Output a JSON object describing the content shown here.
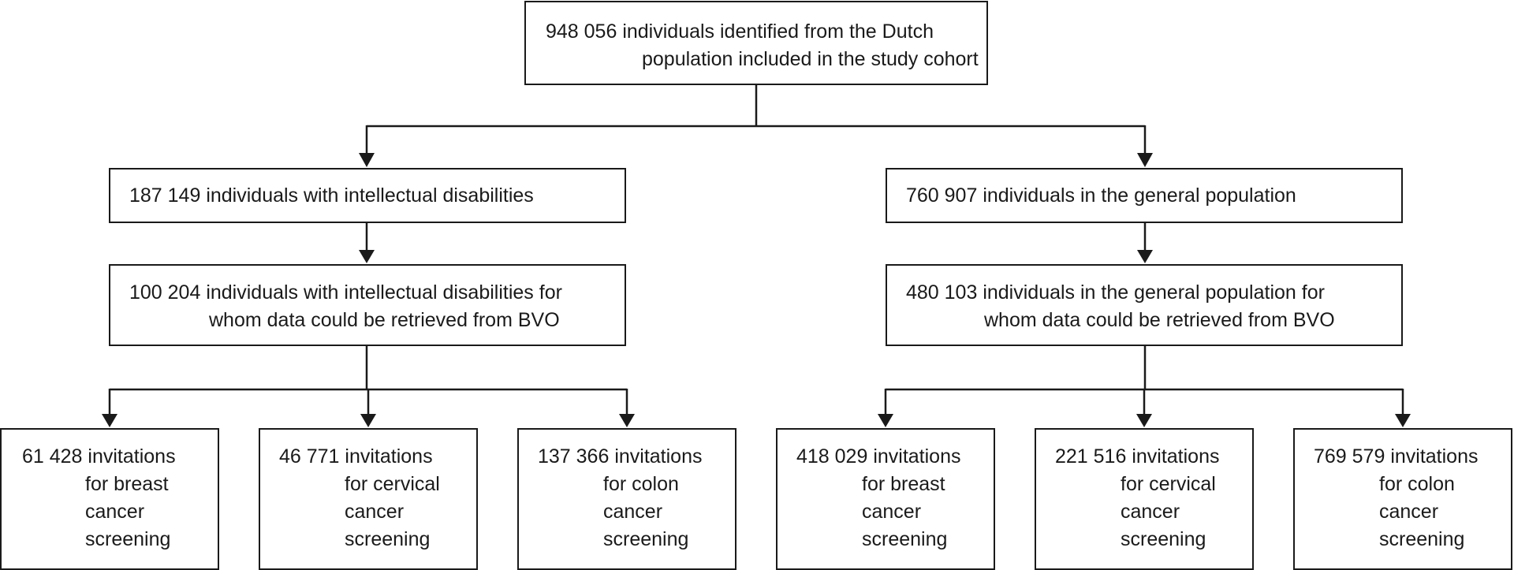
{
  "diagram": {
    "root": {
      "line1": "948 056 individuals identified from the Dutch",
      "line2": "population included in the study cohort"
    },
    "id_group": {
      "cohort": "187 149 individuals with intellectual disabilities",
      "bvo_line1": "100 204 individuals with intellectual disabilities for",
      "bvo_line2": "whom data could be retrieved from BVO",
      "leaves": [
        {
          "line1": "61 428 invitations",
          "line2": "for breast",
          "line3": "cancer",
          "line4": "screening"
        },
        {
          "line1": "46 771 invitations",
          "line2": "for cervical",
          "line3": "cancer",
          "line4": "screening"
        },
        {
          "line1": "137 366 invitations",
          "line2": "for colon",
          "line3": "cancer",
          "line4": "screening"
        }
      ]
    },
    "general_group": {
      "cohort": "760 907 individuals in the general population",
      "bvo_line1": "480 103 individuals in the general population for",
      "bvo_line2": "whom data could be retrieved from BVO",
      "leaves": [
        {
          "line1": "418 029 invitations",
          "line2": "for breast",
          "line3": "cancer",
          "line4": "screening"
        },
        {
          "line1": "221 516 invitations",
          "line2": "for cervical",
          "line3": "cancer",
          "line4": "screening"
        },
        {
          "line1": "769 579 invitations",
          "line2": "for colon",
          "line3": "cancer",
          "line4": "screening"
        }
      ]
    },
    "colors": {
      "stroke": "#1a1a1a",
      "background": "#ffffff"
    }
  }
}
